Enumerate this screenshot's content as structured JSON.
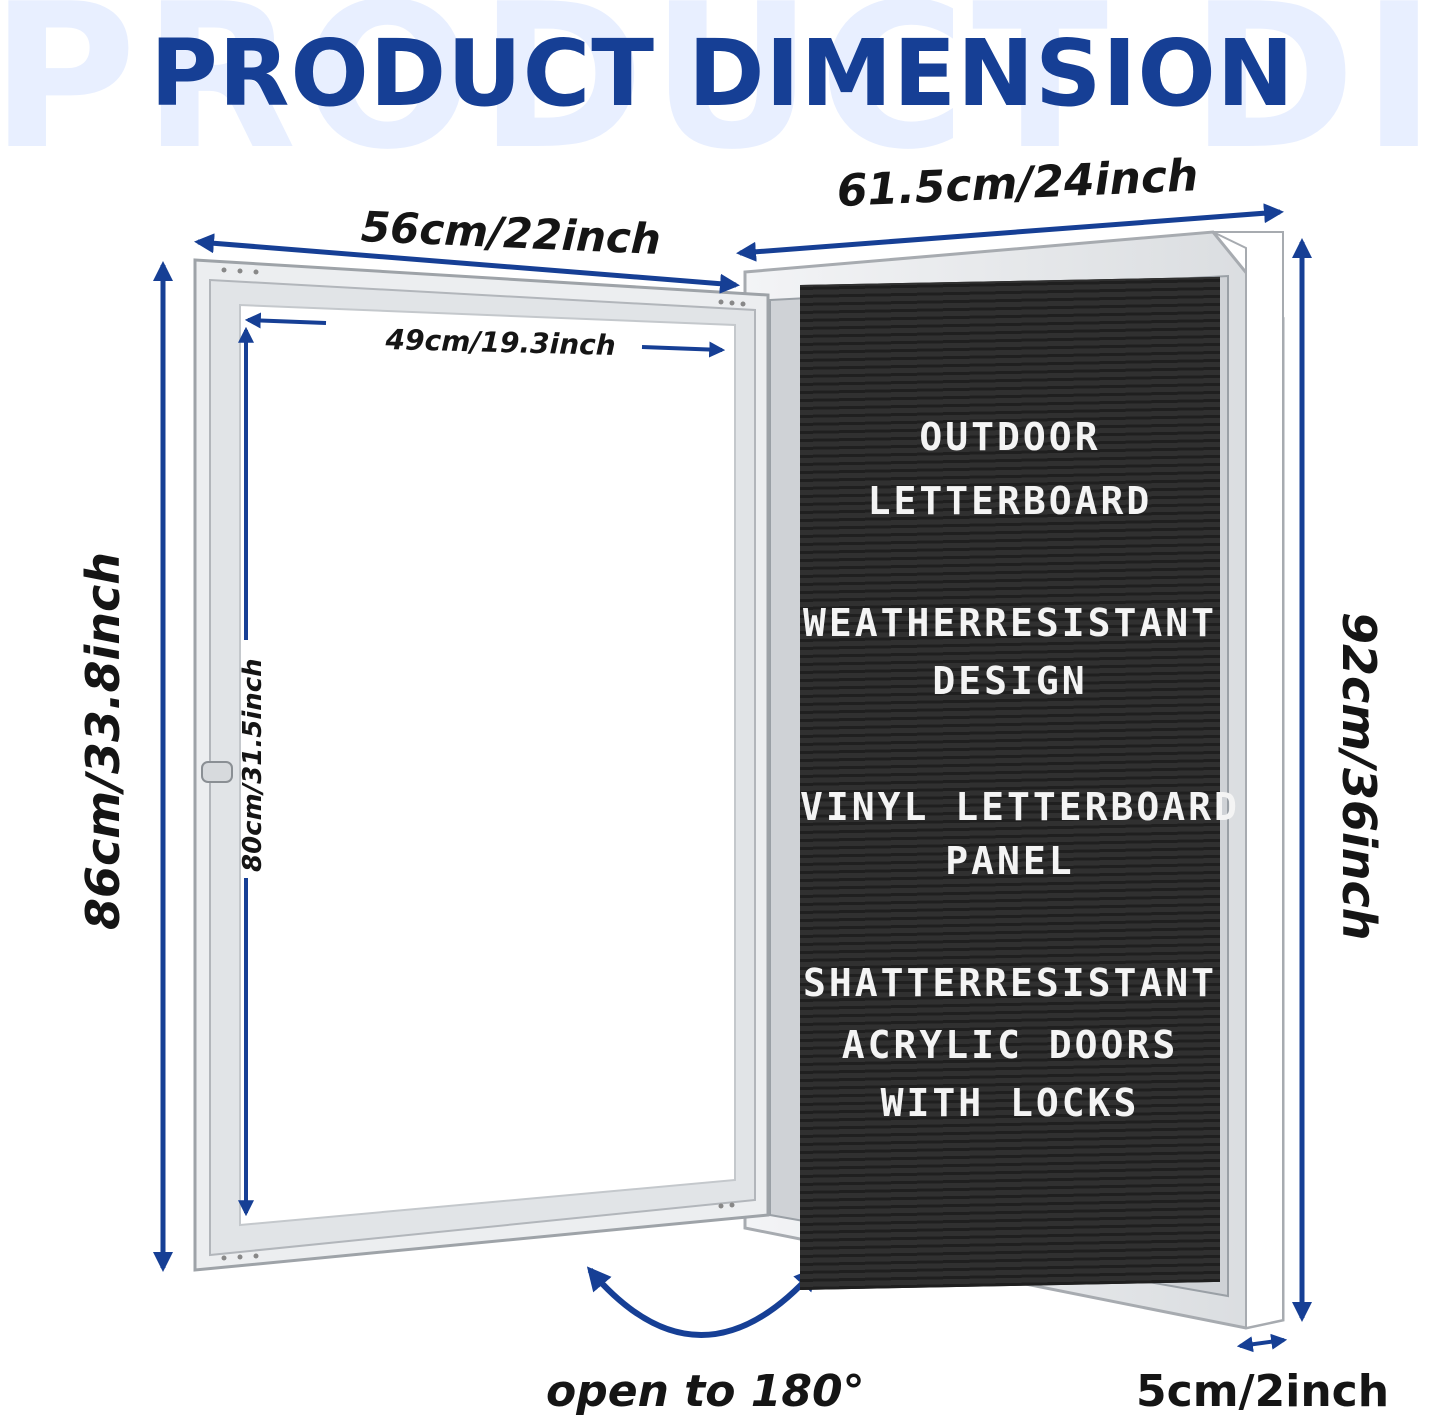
{
  "title": "PRODUCT DIMENSION",
  "watermark": "PRODUCT DI",
  "dimensions": {
    "door_width": "56cm/22inch",
    "door_inner_width": "49cm/19.3inch",
    "door_height": "86cm/33.8inch",
    "door_inner_height": "80cm/31.5inch",
    "board_width": "61.5cm/24inch",
    "board_height": "92cm/36inch",
    "depth": "5cm/2inch",
    "opening": "open to 180°"
  },
  "board_lines": [
    "OUTDOOR",
    "LETTERBOARD",
    "WEATHERRESISTANT",
    "DESIGN",
    "VINYL LETTERBOARD",
    "PANEL",
    "SHATTERRESISTANT",
    "ACRYLIC DOORS",
    "WITH LOCKS"
  ],
  "colors": {
    "accent": "#163f95",
    "watermark": "#e8efff",
    "frame": "#e4e6e9",
    "board": "#262626",
    "letters": "#f4f4f4"
  }
}
